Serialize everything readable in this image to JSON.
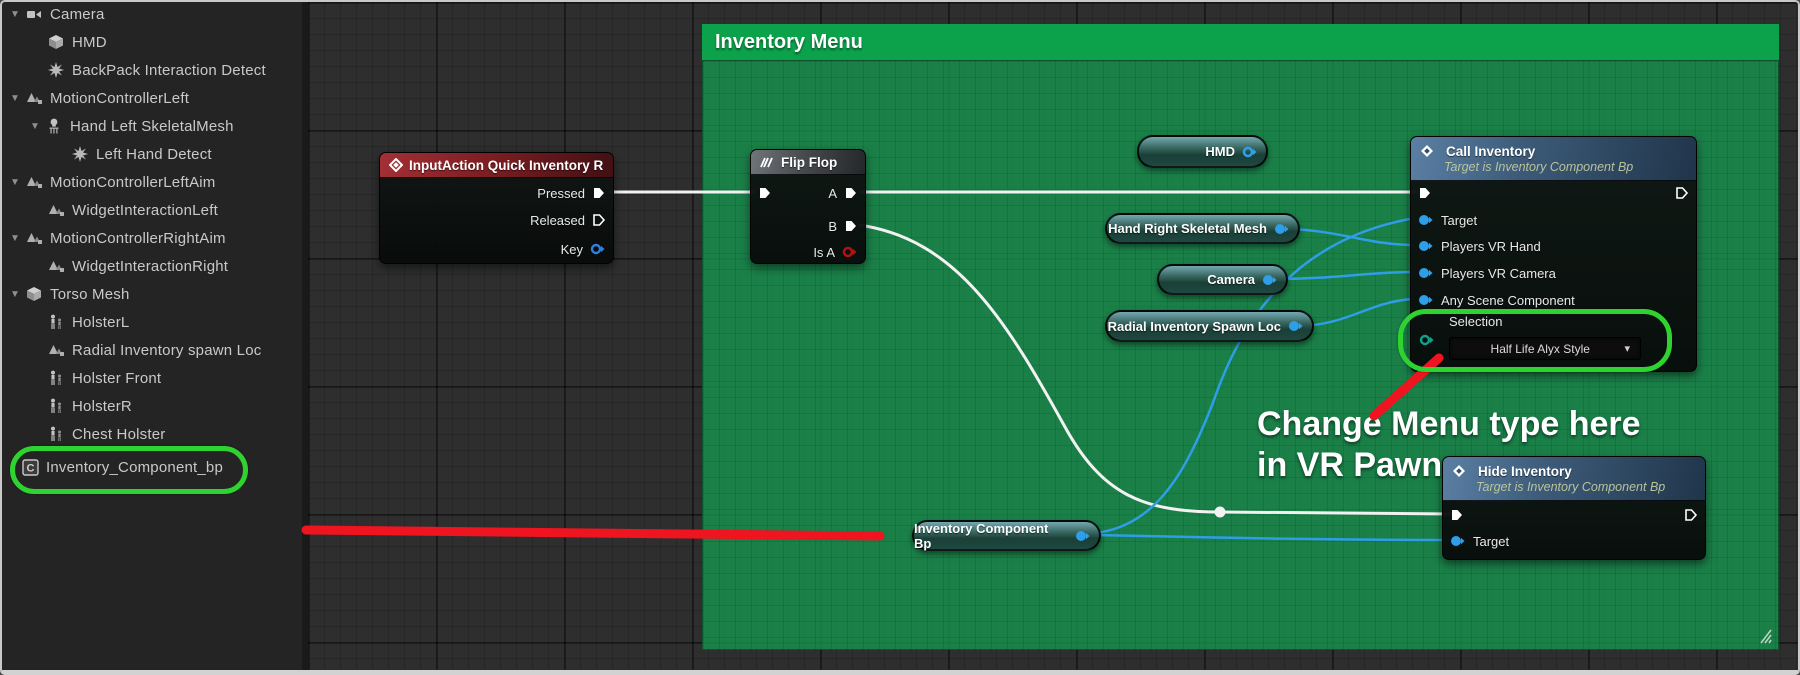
{
  "sidebar": {
    "items": [
      {
        "label": "Camera",
        "icon": "camera-icon",
        "x": 4,
        "expander": true
      },
      {
        "label": "HMD",
        "icon": "static-mesh-icon",
        "x": 44,
        "expander": false
      },
      {
        "label": "BackPack Interaction Detect",
        "icon": "collision-icon",
        "x": 44,
        "expander": false
      },
      {
        "label": "MotionControllerLeft",
        "icon": "scene-component-icon",
        "x": 4,
        "expander": true
      },
      {
        "label": "Hand Left SkeletalMesh",
        "icon": "skeletal-mesh-icon",
        "x": 24,
        "expander": true
      },
      {
        "label": "Left Hand Detect",
        "icon": "collision-icon",
        "x": 68,
        "expander": false
      },
      {
        "label": "MotionControllerLeftAim",
        "icon": "scene-component-icon",
        "x": 4,
        "expander": true
      },
      {
        "label": "WidgetInteractionLeft",
        "icon": "scene-component-icon",
        "x": 44,
        "expander": false
      },
      {
        "label": "MotionControllerRightAim",
        "icon": "scene-component-icon",
        "x": 4,
        "expander": true
      },
      {
        "label": "WidgetInteractionRight",
        "icon": "scene-component-icon",
        "x": 44,
        "expander": false
      },
      {
        "label": "Torso Mesh",
        "icon": "static-mesh-icon",
        "x": 4,
        "expander": true
      },
      {
        "label": "HolsterL",
        "icon": "holster-icon",
        "x": 44,
        "expander": false
      },
      {
        "label": "Radial Inventory spawn Loc",
        "icon": "scene-component-icon",
        "x": 44,
        "expander": false
      },
      {
        "label": "Holster Front",
        "icon": "holster-icon",
        "x": 44,
        "expander": false
      },
      {
        "label": "HolsterR",
        "icon": "holster-icon",
        "x": 44,
        "expander": false
      },
      {
        "label": "Chest Holster",
        "icon": "holster-icon",
        "x": 44,
        "expander": false
      },
      {
        "label": "Inventory_Component_bp",
        "icon": "component-icon",
        "x": 18,
        "expander": false,
        "circled": true
      }
    ],
    "expander_glyph": "▼"
  },
  "graph": {
    "comment": {
      "title": "Inventory Menu"
    },
    "nodes": {
      "input_action": {
        "title": "InputAction Quick Inventory R",
        "pressed": "Pressed",
        "released": "Released",
        "key": "Key"
      },
      "flip_flop": {
        "title": "Flip Flop",
        "a": "A",
        "b": "B",
        "is_a": "Is A"
      },
      "call_inventory": {
        "title": "Call Inventory",
        "subtitle": "Target is Inventory Component Bp",
        "pin_target": "Target",
        "pin_hand": "Players VR Hand",
        "pin_camera": "Players VR Camera",
        "pin_scene": "Any Scene Component",
        "selection_label": "Selection",
        "selection_value": "Half Life Alyx Style",
        "chevron": "▾"
      },
      "hide_inventory": {
        "title": "Hide Inventory",
        "subtitle": "Target is Inventory Component Bp",
        "pin_target": "Target"
      }
    },
    "pills": [
      {
        "label": "HMD"
      },
      {
        "label": "Hand Right Skeletal Mesh"
      },
      {
        "label": "Camera"
      },
      {
        "label": "Radial Inventory Spawn Loc"
      },
      {
        "label": "Inventory Component Bp"
      }
    ],
    "annotation": {
      "line1": "Change Menu type here",
      "line2": "in VR Pawn"
    }
  },
  "colors": {
    "comment_header": "#0ca24b",
    "comment_body": "#2b7a4d",
    "annotation_green": "#2fd32f",
    "annotation_red": "#ee1420",
    "exec_wire": "#f2f2f2",
    "object_pin": "#2f9ee8",
    "bool_pin": "#b01111",
    "enum_pin": "#0fa18a",
    "event_header": "#9c2a2e",
    "function_header": "#4f7196",
    "flipflop_header": "#56595c"
  }
}
